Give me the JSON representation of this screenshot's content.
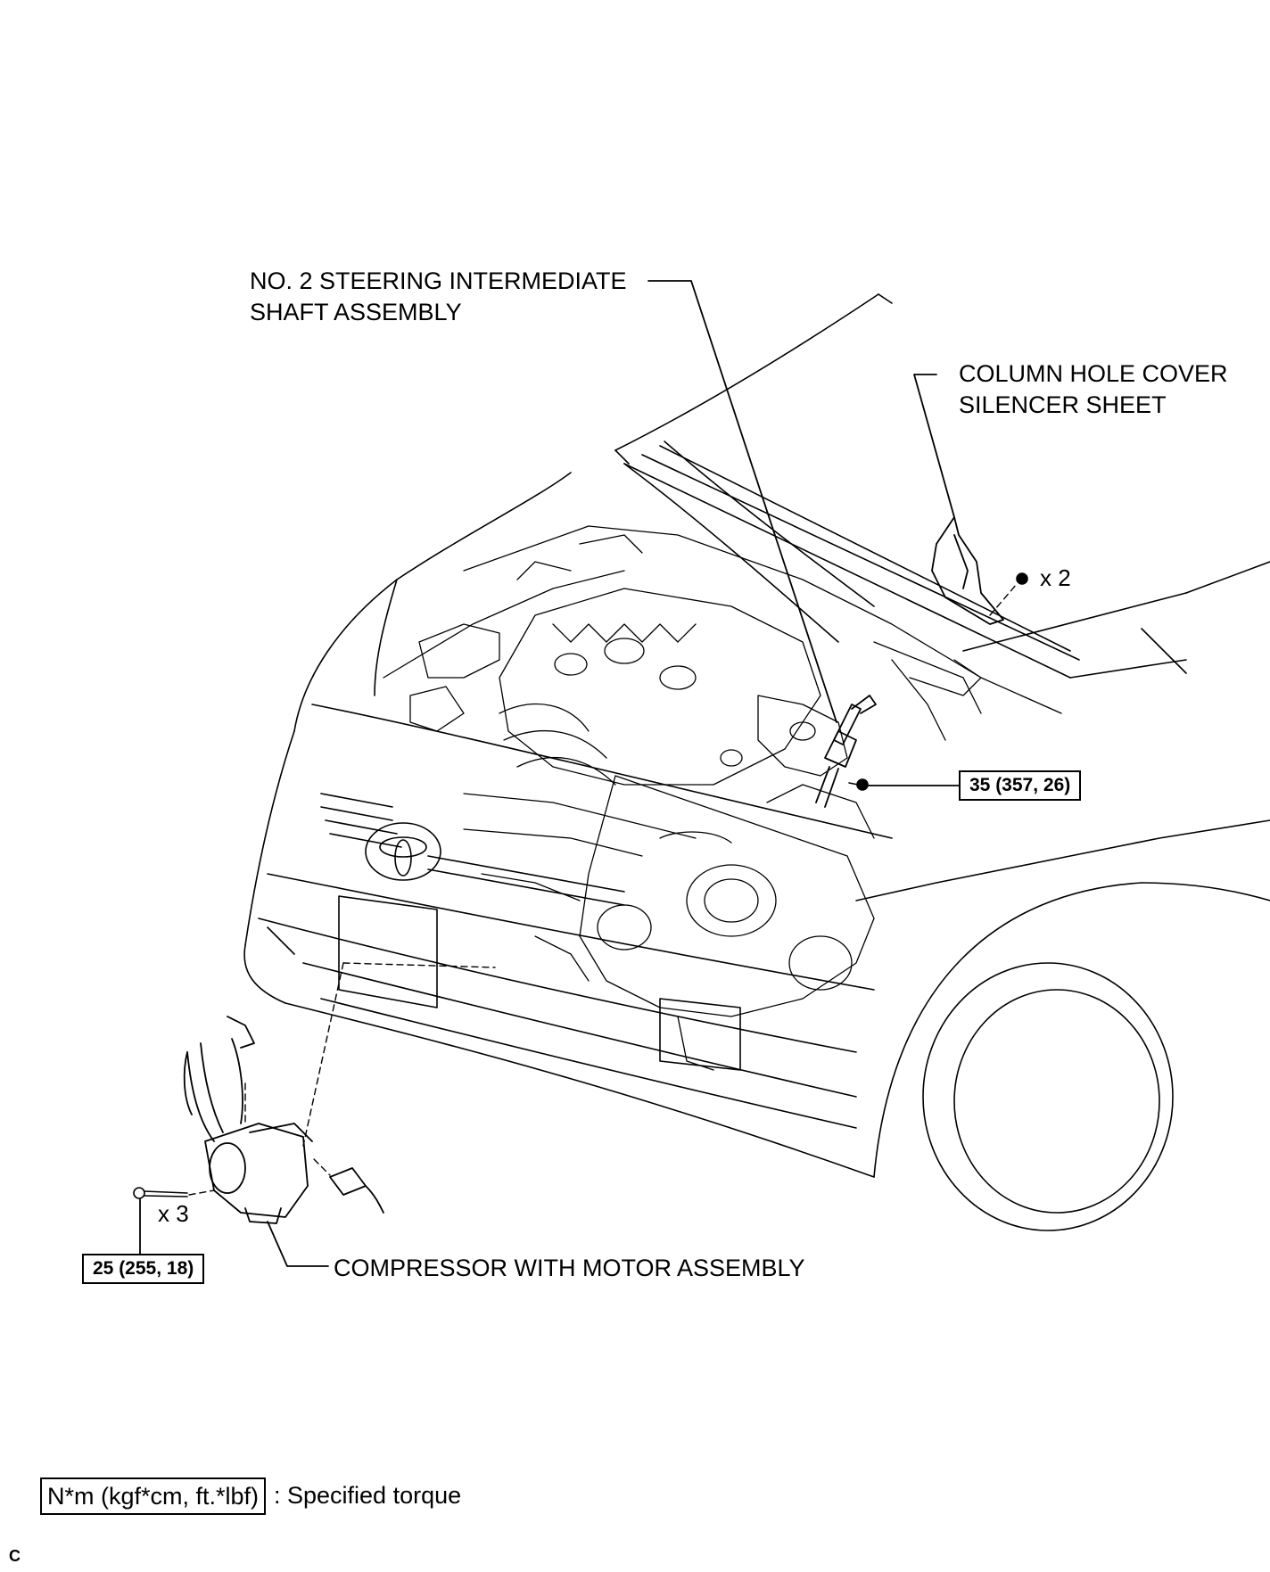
{
  "labels": {
    "steering_shaft": [
      "NO. 2 STEERING INTERMEDIATE",
      "SHAFT ASSEMBLY"
    ],
    "silencer_sheet": [
      "COLUMN HOLE COVER",
      "SILENCER SHEET"
    ],
    "compressor": "COMPRESSOR WITH MOTOR ASSEMBLY"
  },
  "torques": {
    "shaft_bolt": "35 (357, 26)",
    "compressor_bolt": "25 (255, 18)"
  },
  "quantities": {
    "clips": "x 2",
    "bolts": "x 3"
  },
  "legend": {
    "unit": "N*m (kgf*cm, ft.*lbf)",
    "description": ": Specified torque"
  },
  "corner_mark": "C"
}
